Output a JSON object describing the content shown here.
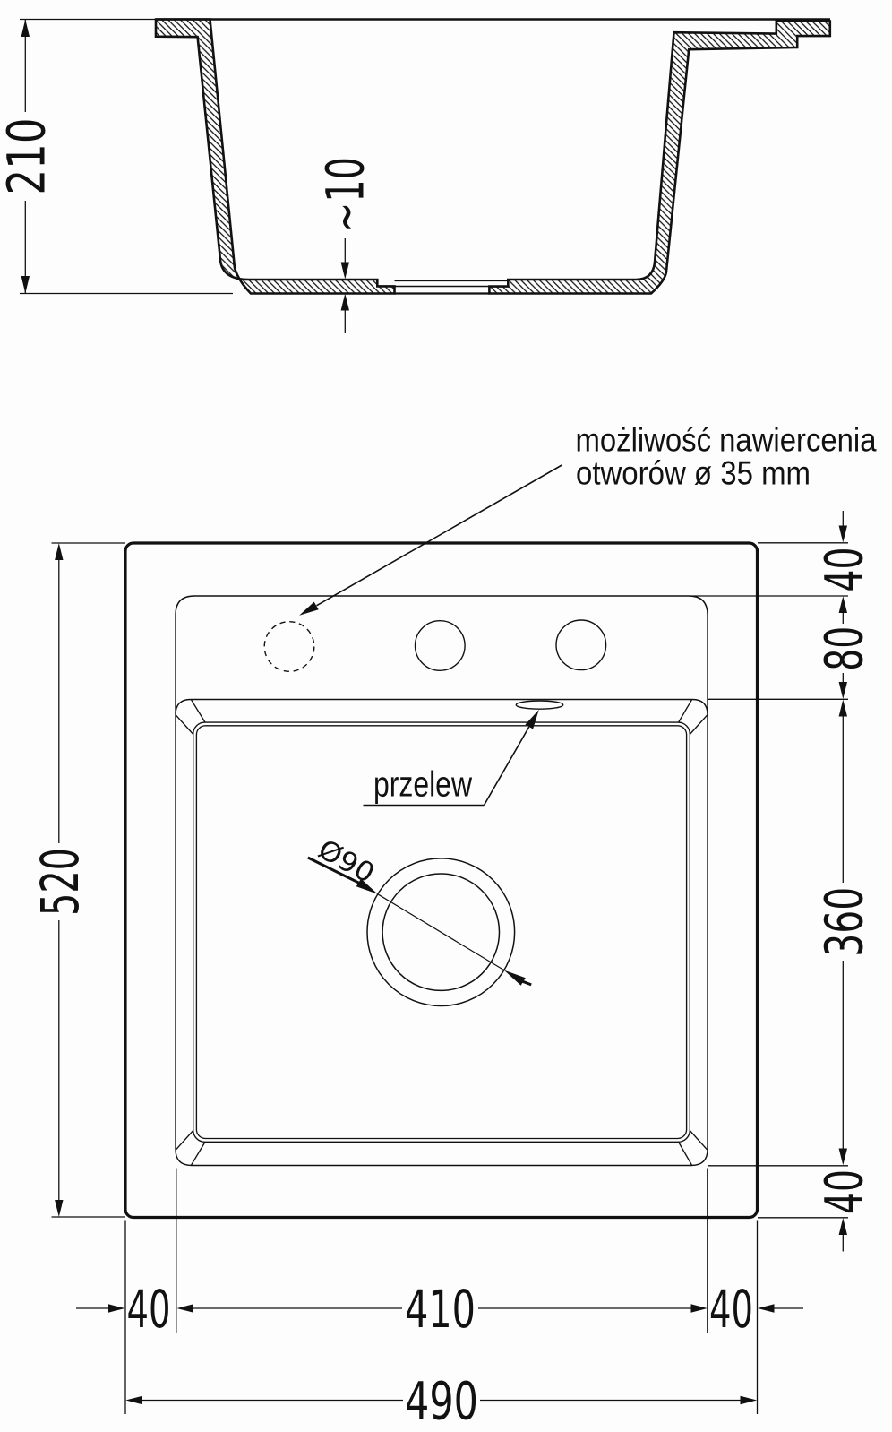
{
  "drawing": {
    "ink_color": "#111111",
    "background_color": "#fdfdfd",
    "section_view": {
      "height_label": "210",
      "bottom_thickness_label": "~10"
    },
    "top_view": {
      "notes": {
        "drill_note_line1": "możliwość nawiercenia",
        "drill_note_line2": "otworów ø 35 mm",
        "overflow_label": "przelew",
        "drain_diameter_label": "Ø90"
      },
      "dimensions": {
        "total_height": "520",
        "top_rim_offset": "40",
        "deck_depth": "80",
        "basin_depth": "360",
        "bottom_rim_offset": "40",
        "left_rim_offset": "40",
        "inner_width": "410",
        "right_rim_offset": "40",
        "total_width": "490"
      }
    }
  }
}
